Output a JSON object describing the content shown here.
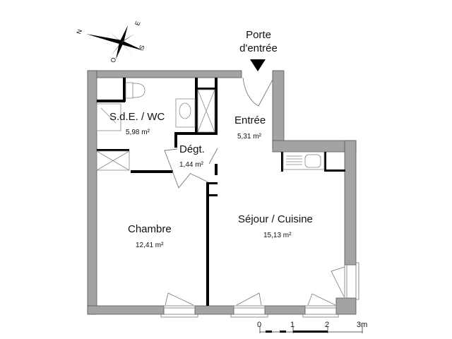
{
  "plan": {
    "compass": {
      "north": "N",
      "east": "E",
      "south": "S",
      "west": "O"
    },
    "entrance": {
      "line1": "Porte",
      "line2": "d'entrée"
    },
    "rooms": [
      {
        "name": "S.d.E. / WC",
        "area": "5,98 m²"
      },
      {
        "name": "Dégt.",
        "area": "1,44 m²"
      },
      {
        "name": "Entrée",
        "area": "5,31 m²"
      },
      {
        "name": "Chambre",
        "area": "12,41 m²"
      },
      {
        "name": "Séjour / Cuisine",
        "area": "15,13 m²"
      }
    ],
    "scale": {
      "labels": [
        "0",
        "1",
        "2",
        "3m"
      ]
    },
    "colors": {
      "wall": "#a3a3a3",
      "wall_stroke": "#555555",
      "partition": "#000000",
      "text": "#111111"
    }
  }
}
